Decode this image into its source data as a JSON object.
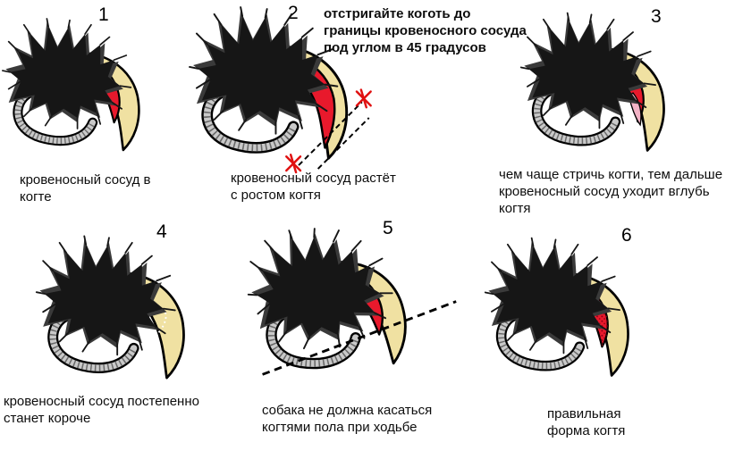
{
  "colors": {
    "claw": "#f0e1a2",
    "vessel": "#e8192c",
    "fur": "#161616",
    "hook": "#c9c9c9",
    "vessel_tip_pink": "#f3b3c6",
    "cut_mark": "#e01010"
  },
  "panels": [
    {
      "number": "1",
      "caption": "кровеносный сосуд в\nкогте"
    },
    {
      "number": "2",
      "caption": "кровеносный сосуд растёт\nс ростом когтя",
      "instruction": "отстригайте коготь до\nграницы кровеносного сосуда\nпод углом в 45 градусов"
    },
    {
      "number": "3",
      "caption": "чем чаще стричь когти, тем дальше\nкровеносный сосуд уходит вглубь\nкогтя"
    },
    {
      "number": "4",
      "caption": "кровеносный сосуд постепенно\nстанет короче"
    },
    {
      "number": "5",
      "caption": "собака не должна касаться\nкогтями пола при ходьбе"
    },
    {
      "number": "6",
      "caption": "правильная\nформа когтя"
    }
  ]
}
